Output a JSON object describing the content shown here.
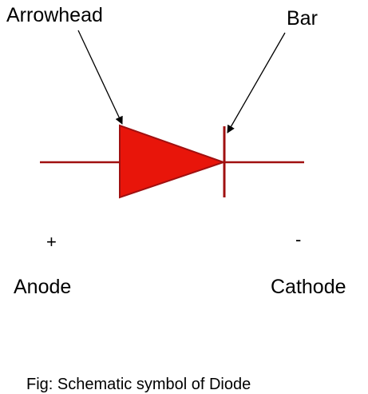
{
  "diagram": {
    "labels": {
      "arrowhead": "Arrowhead",
      "bar": "Bar",
      "plus": "+",
      "minus": "-",
      "anode": "Anode",
      "cathode": "Cathode"
    },
    "caption": "Fig: Schematic symbol of Diode"
  },
  "colors": {
    "diode_fill": "#e8150a",
    "diode_stroke": "#a01010",
    "wire": "#a01010",
    "pointer": "#000000",
    "text": "#000000"
  }
}
